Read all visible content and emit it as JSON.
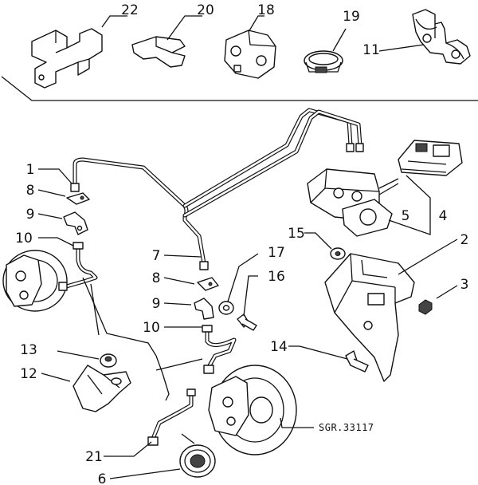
{
  "callouts": {
    "c1": "1",
    "c2": "2",
    "c3": "3",
    "c4": "4",
    "c5": "5",
    "c6": "6",
    "c7": "7",
    "c8a": "8",
    "c8b": "8",
    "c9a": "9",
    "c9b": "9",
    "c10a": "10",
    "c10b": "10",
    "c11": "11",
    "c12": "12",
    "c13": "13",
    "c14": "14",
    "c15": "15",
    "c16": "16",
    "c17": "17",
    "c18": "18",
    "c19": "19",
    "c20": "20",
    "c21": "21",
    "c22": "22"
  },
  "reference": "SGR.33117"
}
